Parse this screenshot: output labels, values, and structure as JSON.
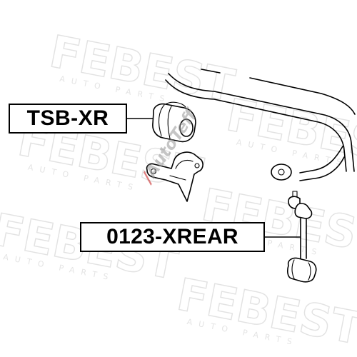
{
  "parts": {
    "stabilizer_bushing": {
      "label": "TSB-XR"
    },
    "stabilizer_link": {
      "label": "0123-XREAR"
    }
  },
  "watermark": {
    "brand": "FEBEST",
    "tagline": "AUTO PARTS"
  },
  "seller_watermark": {
    "text": "AutoTeff"
  },
  "colors": {
    "line": "#000000",
    "watermark": "#e2e2e2",
    "background": "#ffffff"
  }
}
